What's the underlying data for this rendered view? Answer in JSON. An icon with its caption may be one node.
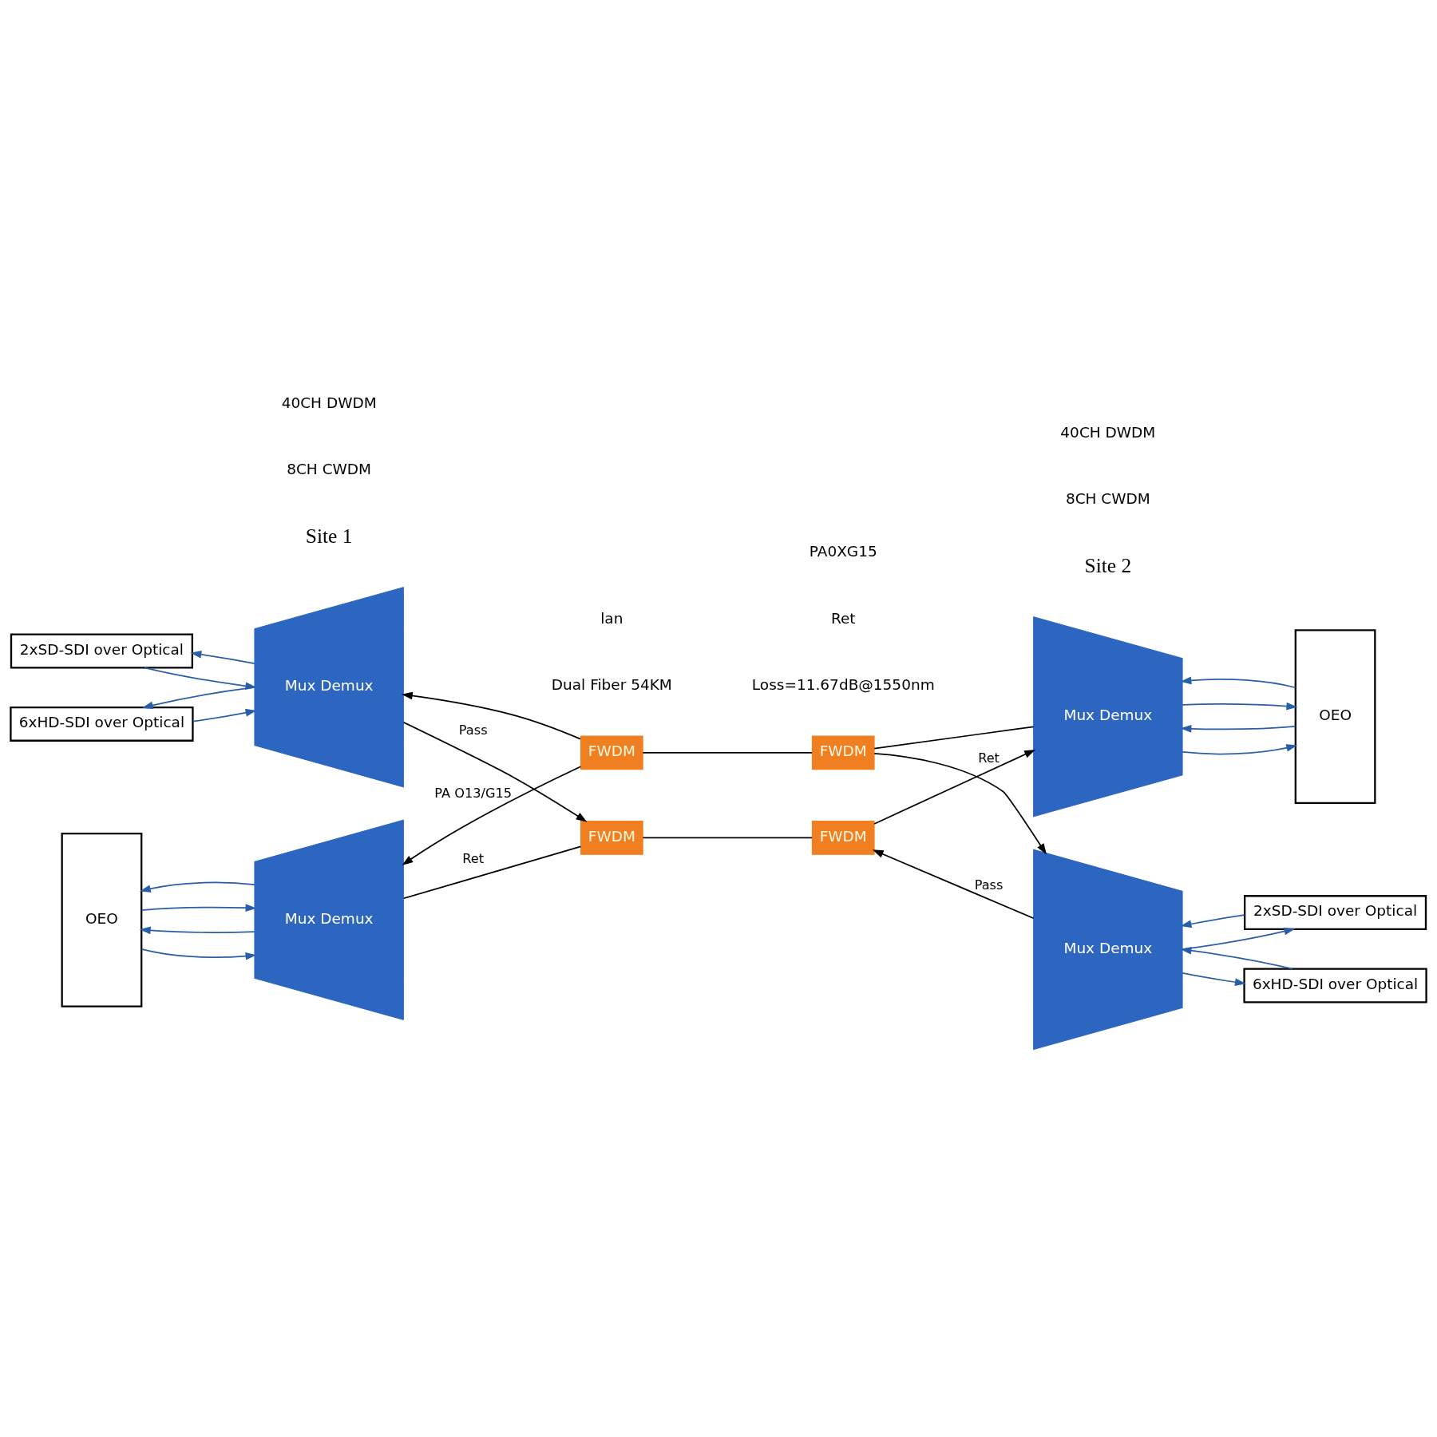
{
  "diagram": {
    "nodes": [
      {
        "text": [
          "6xHD-SDI over Optical"
        ]
      },
      {
        "text": [
          "2xSD-SDI over Optical"
        ]
      },
      {
        "text": [
          "Mux Demux"
        ]
      },
      {
        "text": [
          "OEO"
        ]
      },
      {
        "text": [
          "Mux Demux"
        ]
      },
      {
        "text": [
          "FWDM"
        ]
      },
      {
        "text": [
          "FWDM"
        ]
      },
      {
        "text": [
          "FWDM"
        ]
      },
      {
        "text": [
          "FWDM"
        ]
      },
      {
        "text": [
          "Mux Demux"
        ]
      },
      {
        "text": [
          "6xHD-SDI over Optical"
        ]
      },
      {
        "text": [
          "2xSD-SDI over Optical"
        ]
      },
      {
        "text": [
          "Mux Demux"
        ]
      },
      {
        "text": [
          "OEO"
        ]
      }
    ],
    "edges": [
      {
        "from": 0,
        "to": 2,
        "arrow": "to",
        "color": "#2a5ea8"
      },
      {
        "from": 2,
        "to": 0,
        "arrow": "to",
        "color": "#2a5ea8"
      },
      {
        "from": 1,
        "to": 2,
        "arrow": "to",
        "color": "#2a5ea8"
      },
      {
        "from": 2,
        "to": 1,
        "arrow": "to",
        "color": "#2a5ea8"
      },
      {
        "from": 3,
        "to": 4,
        "arrow": "to",
        "color": "#2a5ea8"
      },
      {
        "from": 4,
        "to": 3,
        "arrow": "to",
        "color": "#2a5ea8"
      },
      {
        "from": 3,
        "to": 4,
        "arrow": "to",
        "color": "#2a5ea8"
      },
      {
        "from": 4,
        "to": 3,
        "arrow": "to",
        "color": "#2a5ea8"
      },
      {
        "from": 2,
        "to": 5,
        "arrow": "to",
        "label": "Pass",
        "color": "#000000"
      },
      {
        "from": 6,
        "to": 2,
        "arrow": "to",
        "color": "#000000"
      },
      {
        "from": 4,
        "to": 5,
        "arrow": "none",
        "label": "Ret",
        "color": "#000000"
      },
      {
        "from": 5,
        "to": 8,
        "arrow": "none",
        "color": "#000000"
      },
      {
        "from": 6,
        "to": 4,
        "arrow": "to",
        "label": "PA O13/G15",
        "color": "#000000"
      },
      {
        "from": 6,
        "to": 7,
        "arrow": "none",
        "color": "#000000"
      },
      {
        "from": 7,
        "to": 9,
        "arrow": "to",
        "color": "#000000"
      },
      {
        "from": 9,
        "to": 8,
        "arrow": "to",
        "label": "Pass",
        "color": "#000000"
      },
      {
        "from": 8,
        "to": 12,
        "arrow": "to",
        "label": "Ret",
        "color": "#000000"
      },
      {
        "from": 7,
        "to": 12,
        "arrow": "none",
        "color": "#000000"
      },
      {
        "from": 9,
        "to": 10,
        "arrow": "to",
        "color": "#2a5ea8"
      },
      {
        "from": 10,
        "to": 9,
        "arrow": "to",
        "color": "#2a5ea8"
      },
      {
        "from": 9,
        "to": 11,
        "arrow": "to",
        "color": "#2a5ea8"
      },
      {
        "from": 11,
        "to": 9,
        "arrow": "to",
        "color": "#2a5ea8"
      },
      {
        "from": 12,
        "to": 13,
        "arrow": "to",
        "color": "#2a5ea8"
      },
      {
        "from": 13,
        "to": 12,
        "arrow": "to",
        "color": "#2a5ea8"
      },
      {
        "from": 12,
        "to": 13,
        "arrow": "to",
        "color": "#2a5ea8"
      },
      {
        "from": 13,
        "to": 12,
        "arrow": "to",
        "color": "#2a5ea8"
      }
    ],
    "labels": [
      "Site 1",
      "Site 2",
      "8CH CWDM",
      "8CH CWDM",
      "Dual Fiber 54KM",
      "lan",
      "Loss=11.67dB@1550nm",
      "Ret",
      "PA0XG15",
      "40CH DWDM",
      "40CH DWDM"
    ]
  }
}
